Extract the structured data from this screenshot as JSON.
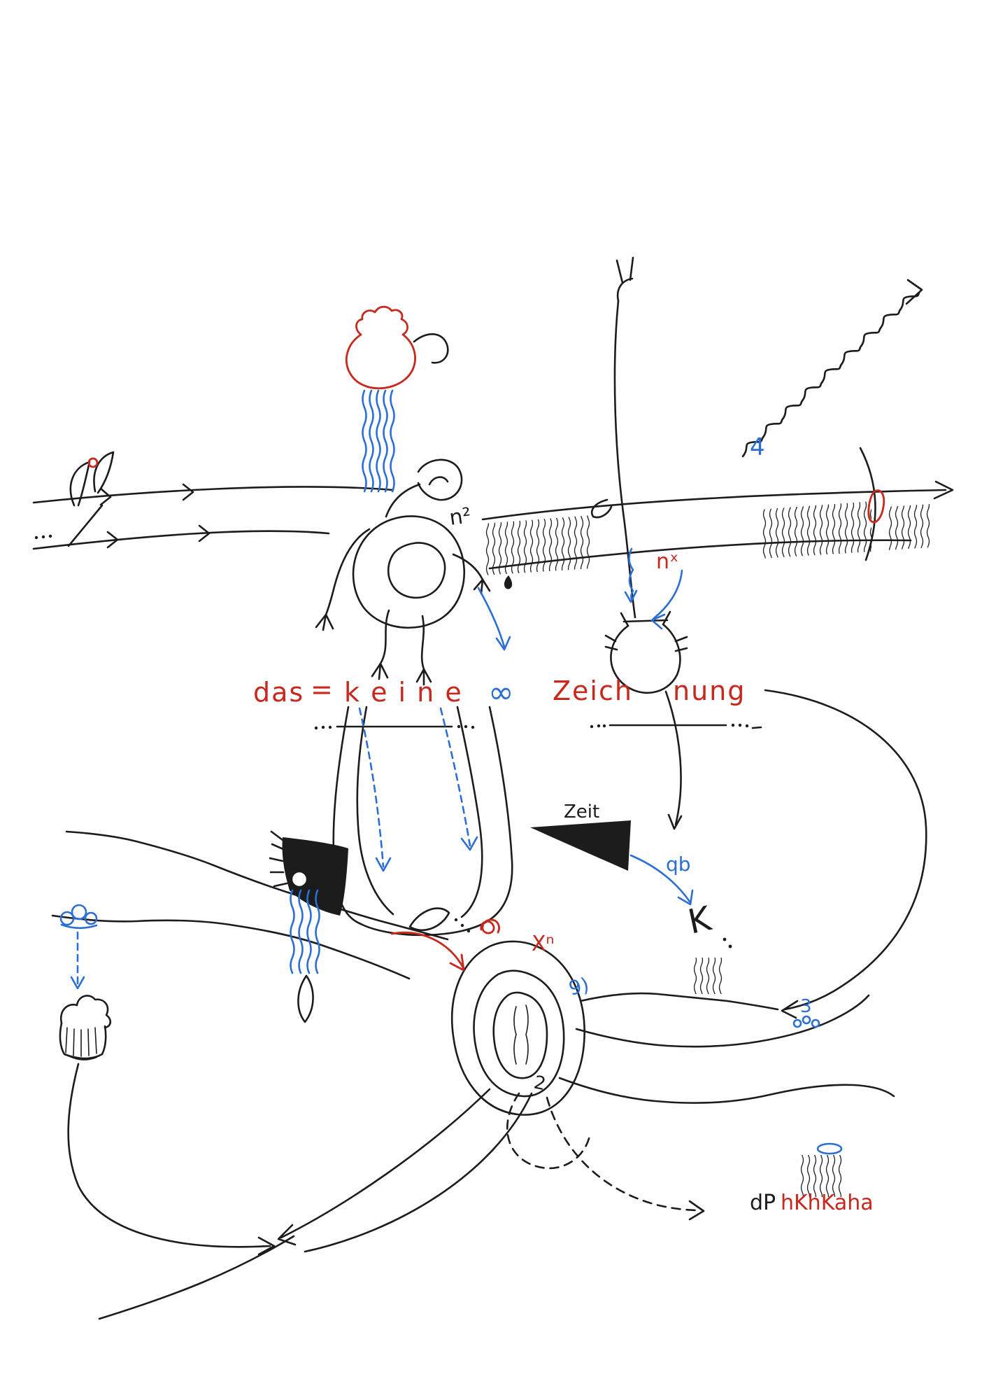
{
  "artwork": {
    "kind": "hand-drawn ink drawing with colored annotations",
    "colors": {
      "ink": "#1c1c1c",
      "red": "#c9281c",
      "blue": "#2b6fd6",
      "paper": "#ffffff"
    }
  },
  "labels": {
    "das": "das",
    "equals": "=",
    "keine": "k e i n e",
    "infinity": "∞",
    "zeich": "Zeich",
    "nung": "nung",
    "n2": "n²",
    "nx": "nˣ",
    "four": "4",
    "zeit": "Zeit",
    "qb": "qb",
    "kay": "K",
    "xn": "Xⁿ",
    "o_paren": "9)",
    "three": "3",
    "two": "2",
    "dp": "dP",
    "hkhkaha": "hKhKaha"
  }
}
